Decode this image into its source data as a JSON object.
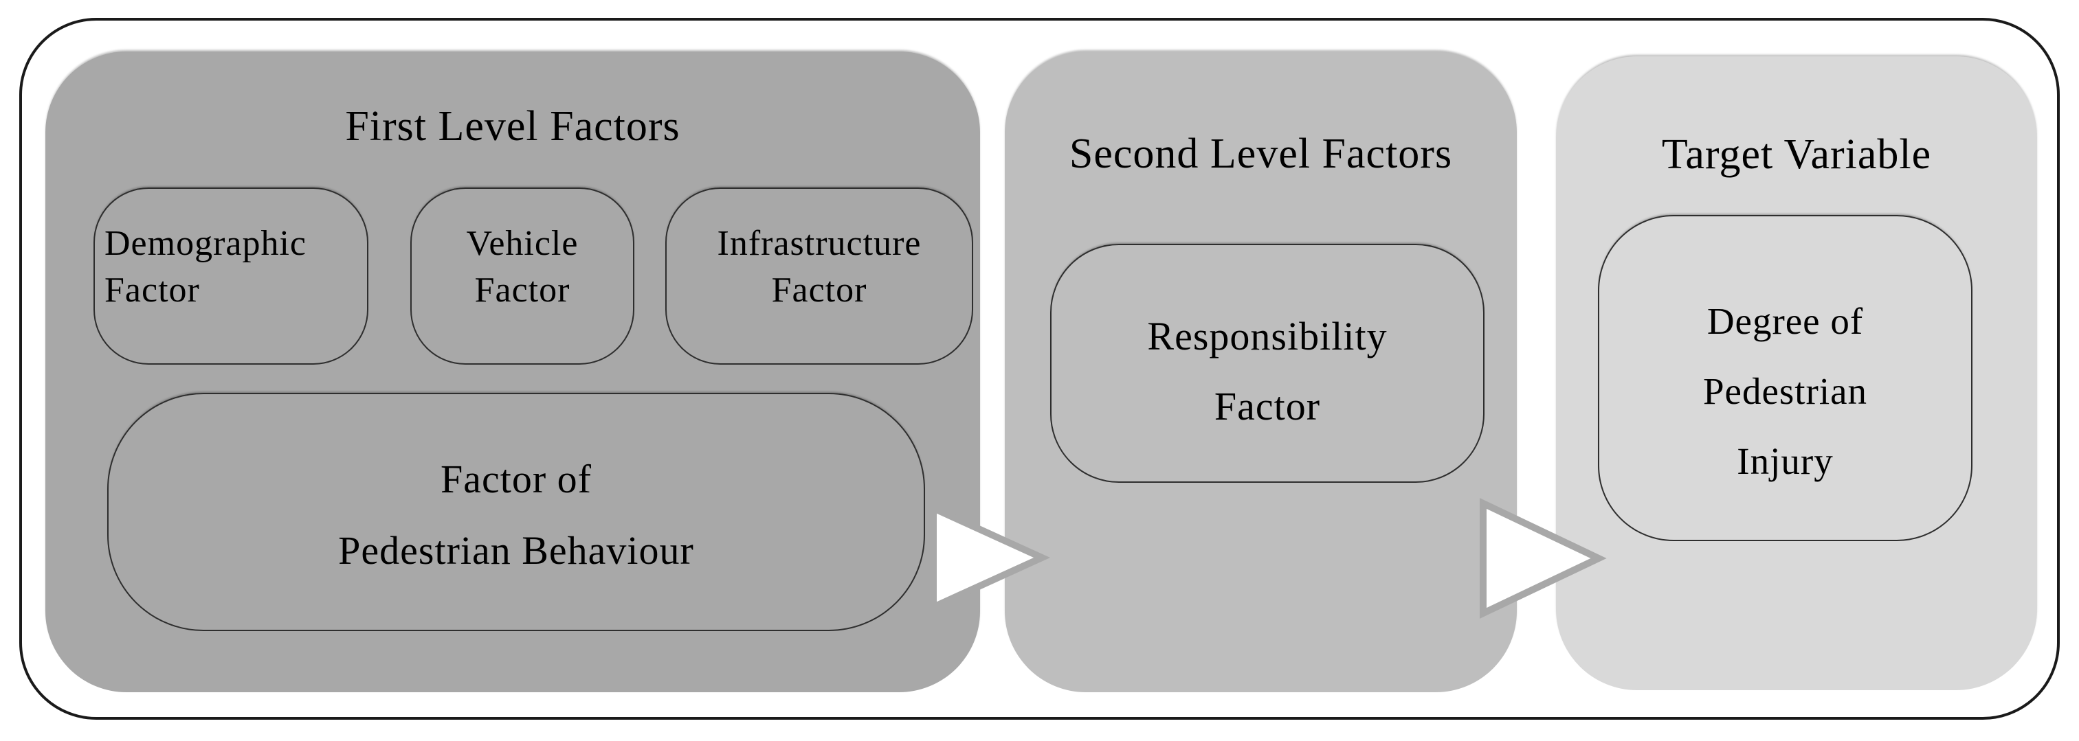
{
  "figure": {
    "type": "flow-diagram",
    "panels": {
      "first_level": {
        "title": "First Level Factors",
        "fill": "#a8a8a8",
        "nodes": {
          "demographic": {
            "line1": "Demographic",
            "line2": "Factor"
          },
          "vehicle": {
            "line1": "Vehicle",
            "line2": "Factor"
          },
          "infrastructure": {
            "line1": "Infrastructure",
            "line2": "Factor"
          },
          "behaviour": {
            "line1": "Factor of",
            "line2": "Pedestrian Behaviour"
          }
        }
      },
      "second_level": {
        "title": "Second Level Factors",
        "fill": "#bebebe",
        "nodes": {
          "responsibility": {
            "line1": "Responsibility",
            "line2": "Factor"
          }
        }
      },
      "target": {
        "title": "Target Variable",
        "fill": "#d9d9d9",
        "nodes": {
          "degree": {
            "line1": "Degree of",
            "line2": "Pedestrian",
            "line3": "Injury"
          }
        }
      }
    },
    "icons": {
      "flow_arrow": "right-pointing-triangle"
    },
    "colors": {
      "frame-border": "#1a1a1a",
      "panel-first": "#a8a8a8",
      "panel-second": "#bebebe",
      "panel-third": "#d9d9d9",
      "node-border": "#2e2e2e",
      "arrow-fill": "#ffffff",
      "arrow-stroke": "#a8a8a8",
      "text": "#000000",
      "page-bg": "#ffffff"
    }
  }
}
